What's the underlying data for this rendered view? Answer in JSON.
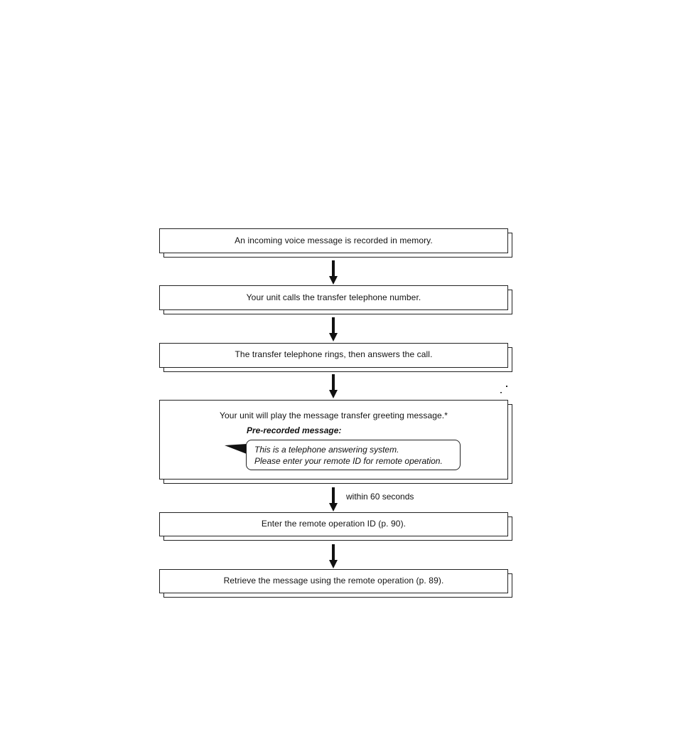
{
  "steps": [
    {
      "text": "An incoming voice message is recorded in memory."
    },
    {
      "text": "Your unit calls the transfer telephone number."
    },
    {
      "text": "The transfer telephone rings, then answers the call."
    },
    {
      "text": "Your unit will play the message transfer greeting message.*"
    },
    {
      "text": "Enter the remote operation ID (p. 90)."
    },
    {
      "text": "Retrieve the message using the remote operation (p. 89)."
    }
  ],
  "greeting": {
    "heading": "Pre-recorded message:",
    "lines": [
      "This is a telephone answering system.",
      "Please enter your remote ID for remote operation."
    ]
  },
  "connectors": [
    {
      "label": ""
    },
    {
      "label": ""
    },
    {
      "label": ""
    },
    {
      "label": "within 60 seconds"
    },
    {
      "label": ""
    }
  ]
}
